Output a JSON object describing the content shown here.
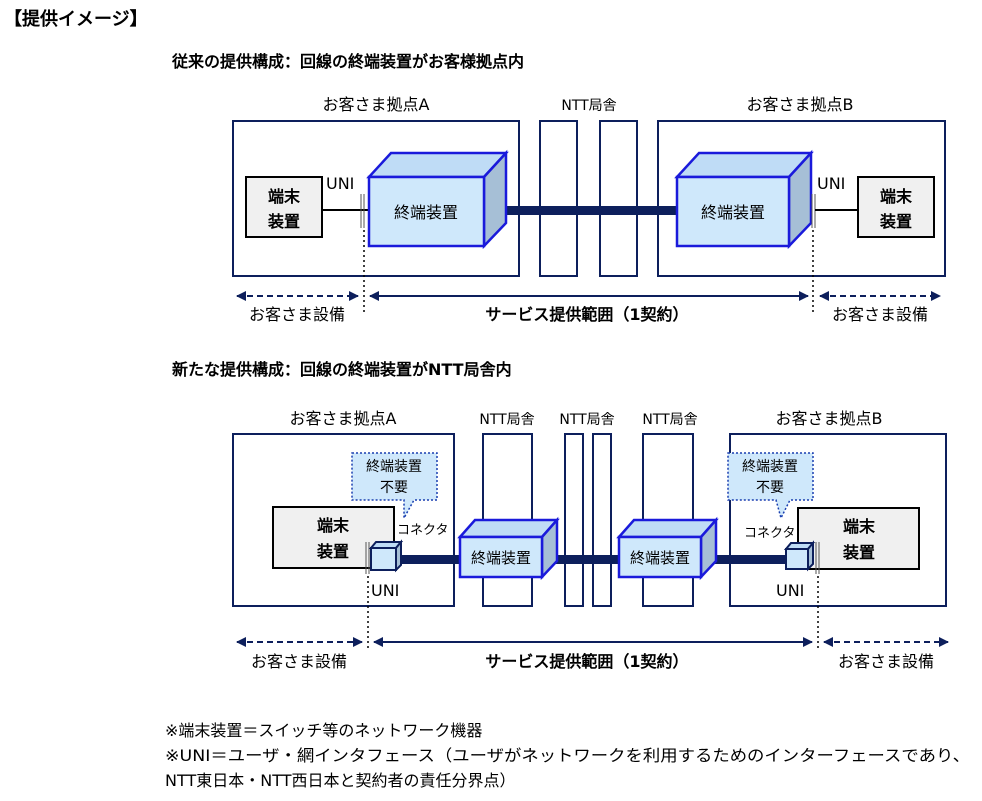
{
  "header": {
    "title": "【提供イメージ】"
  },
  "colors": {
    "navy": "#0d1f5c",
    "cube_front": "#cfe8fb",
    "cube_top": "#bfdcf6",
    "cube_side": "#a6bfd6",
    "cube_border": "#1a1adb",
    "terminal_fill": "#f0f0f0",
    "balloon_fill": "#cfe8fb",
    "balloon_border": "#1a3fb0"
  },
  "legacy": {
    "heading": "従来の提供構成：回線の終端装置がお客様拠点内",
    "site_a_label": "お客さま拠点A",
    "site_b_label": "お客さま拠点B",
    "ntt_label": "NTT局舎",
    "terminal_line1": "端末",
    "terminal_line2": "装置",
    "onu_label": "終端装置",
    "uni_label": "UNI",
    "customer_equipment_label": "お客さま設備",
    "service_scope_label": "サービス提供範囲（1契約）"
  },
  "new": {
    "heading": "新たな提供構成：回線の終端装置がNTT局舎内",
    "site_a_label": "お客さま拠点A",
    "site_b_label": "お客さま拠点B",
    "ntt_labels": [
      "NTT局舎",
      "NTT局舎",
      "NTT局舎"
    ],
    "terminal_line1": "端末",
    "terminal_line2": "装置",
    "onu_label": "終端装置",
    "uni_label": "UNI",
    "connector_label": "コネクタ",
    "balloon_line1": "終端装置",
    "balloon_line2": "不要",
    "customer_equipment_label": "お客さま設備",
    "service_scope_label": "サービス提供範囲（1契約）"
  },
  "notes": [
    "※端末装置＝スイッチ等のネットワーク機器",
    "※UNI＝ユーザ・網インタフェース（ユーザがネットワークを利用するためのインターフェースであり、",
    "NTT東日本・NTT西日本と契約者の責任分界点）"
  ]
}
